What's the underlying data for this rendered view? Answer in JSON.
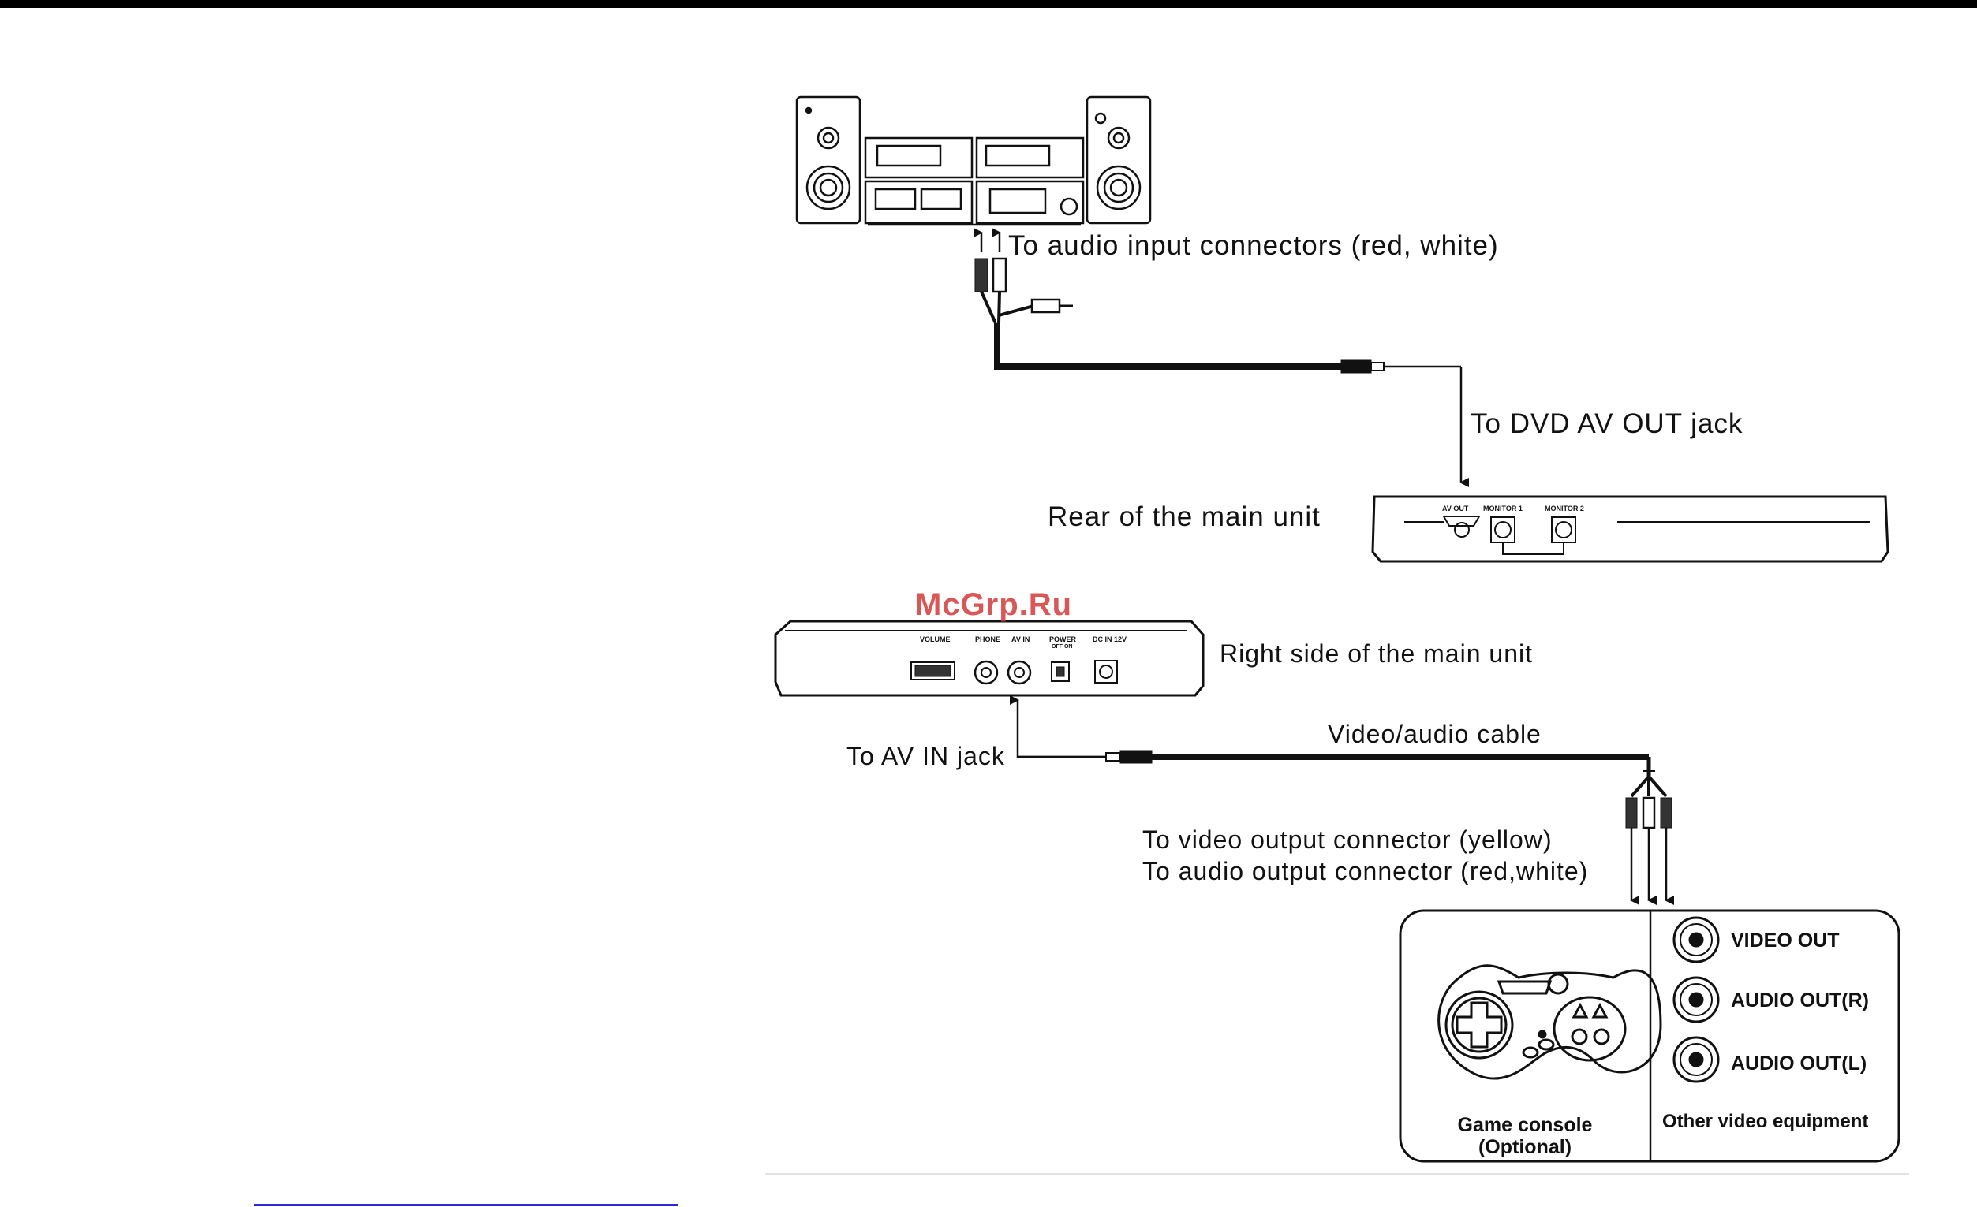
{
  "watermark": "McGrp.Ru",
  "labels": {
    "audio_input": "To audio input connectors (red, white)",
    "dvd_av_out": "To DVD AV OUT jack",
    "rear_unit": "Rear of the main unit",
    "right_side": "Right side of the main unit",
    "av_in_jack": "To AV IN jack",
    "video_audio_cable": "Video/audio cable",
    "video_output": "To video output connector (yellow)",
    "audio_output": "To audio output connector (red,white)"
  },
  "rear_panel": {
    "av_out": "AV OUT",
    "monitor1": "MONITOR 1",
    "monitor2": "MONITOR 2"
  },
  "side_panel": {
    "volume": "VOLUME",
    "phone": "PHONE",
    "av_in": "AV IN",
    "power": "POWER",
    "power_sub": "OFF ON",
    "dc_in": "DC IN 12V"
  },
  "equipment": {
    "video_out": "VIDEO OUT",
    "audio_out_r": "AUDIO OUT(R)",
    "audio_out_l": "AUDIO OUT(L)",
    "game_console_line1": "Game console",
    "game_console_line2": "(Optional)",
    "other_equipment": "Other video equipment"
  }
}
